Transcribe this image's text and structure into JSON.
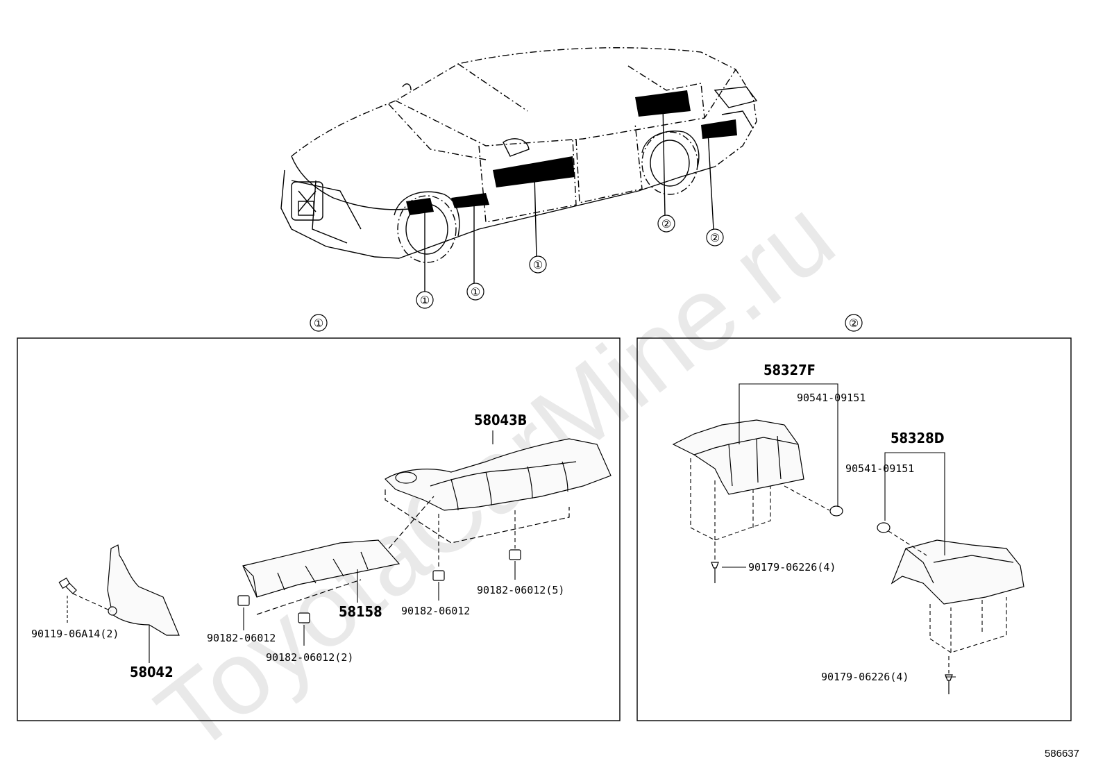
{
  "watermark": "ToyotaCarMine.ru",
  "figure_number": "586637",
  "callouts": {
    "one": "①",
    "two": "②"
  },
  "panel_1": {
    "marker": "①",
    "parts": {
      "p58043B": "58043B",
      "p58158": "58158",
      "p58042": "58042",
      "bolt_90119": "90119-06A14(2)",
      "nut_a": "90182-06012",
      "nut_b": "90182-06012(2)",
      "nut_c": "90182-06012",
      "nut_d": "90182-06012(5)"
    }
  },
  "panel_2": {
    "marker": "②",
    "parts": {
      "p58327F": "58327F",
      "p58328D": "58328D",
      "clip_a": "90541-09151",
      "clip_b": "90541-09151",
      "screw_a": "90179-06226(4)",
      "screw_b": "90179-06226(4)"
    }
  }
}
